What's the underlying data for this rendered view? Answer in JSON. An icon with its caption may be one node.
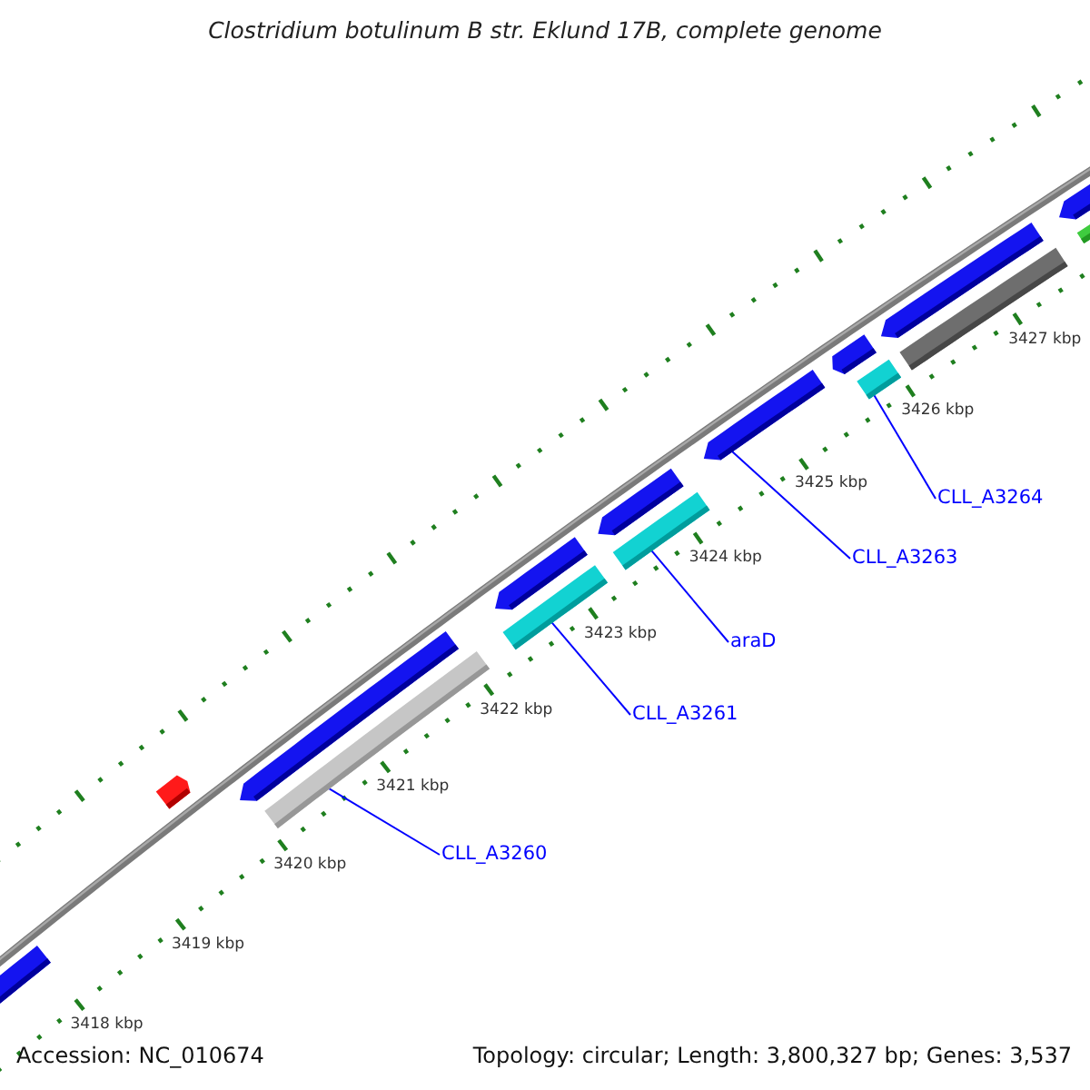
{
  "diagram": {
    "title": "Clostridium botulinum B str. Eklund 17B, complete genome",
    "nodes": [
      {
        "text": [
          "CLL_A3260"
        ]
      },
      {
        "text": [
          "CLL_A3261"
        ]
      },
      {
        "text": [
          "araD"
        ]
      },
      {
        "text": [
          "CLL_A3263"
        ]
      },
      {
        "text": [
          "CLL_A3264"
        ]
      },
      {
        "text": [],
        "shape": "bar"
      },
      {
        "text": [],
        "shape": "bar"
      },
      {
        "text": [],
        "shape": "bar"
      },
      {
        "text": [],
        "shape": "bar"
      },
      {
        "text": [],
        "shape": "bar"
      },
      {
        "text": [],
        "shape": "bar"
      }
    ],
    "edges": [
      {
        "from": 0,
        "to": 5,
        "arrow": "none"
      },
      {
        "from": 1,
        "to": 6,
        "arrow": "none"
      },
      {
        "from": 2,
        "to": 7,
        "arrow": "none"
      },
      {
        "from": 3,
        "to": 8,
        "arrow": "none"
      },
      {
        "from": 4,
        "to": 10,
        "arrow": "none"
      }
    ],
    "labels": [
      "3427 kbp",
      "3426 kbp",
      "3425 kbp",
      "3424 kbp",
      "3423 kbp",
      "3422 kbp",
      "3421 kbp",
      "3420 kbp",
      "3419 kbp",
      "3418 kbp",
      "Accession: NC_010674",
      "Topology: circular; Length: 3,800,327 bp; Genes: 3,537"
    ]
  }
}
